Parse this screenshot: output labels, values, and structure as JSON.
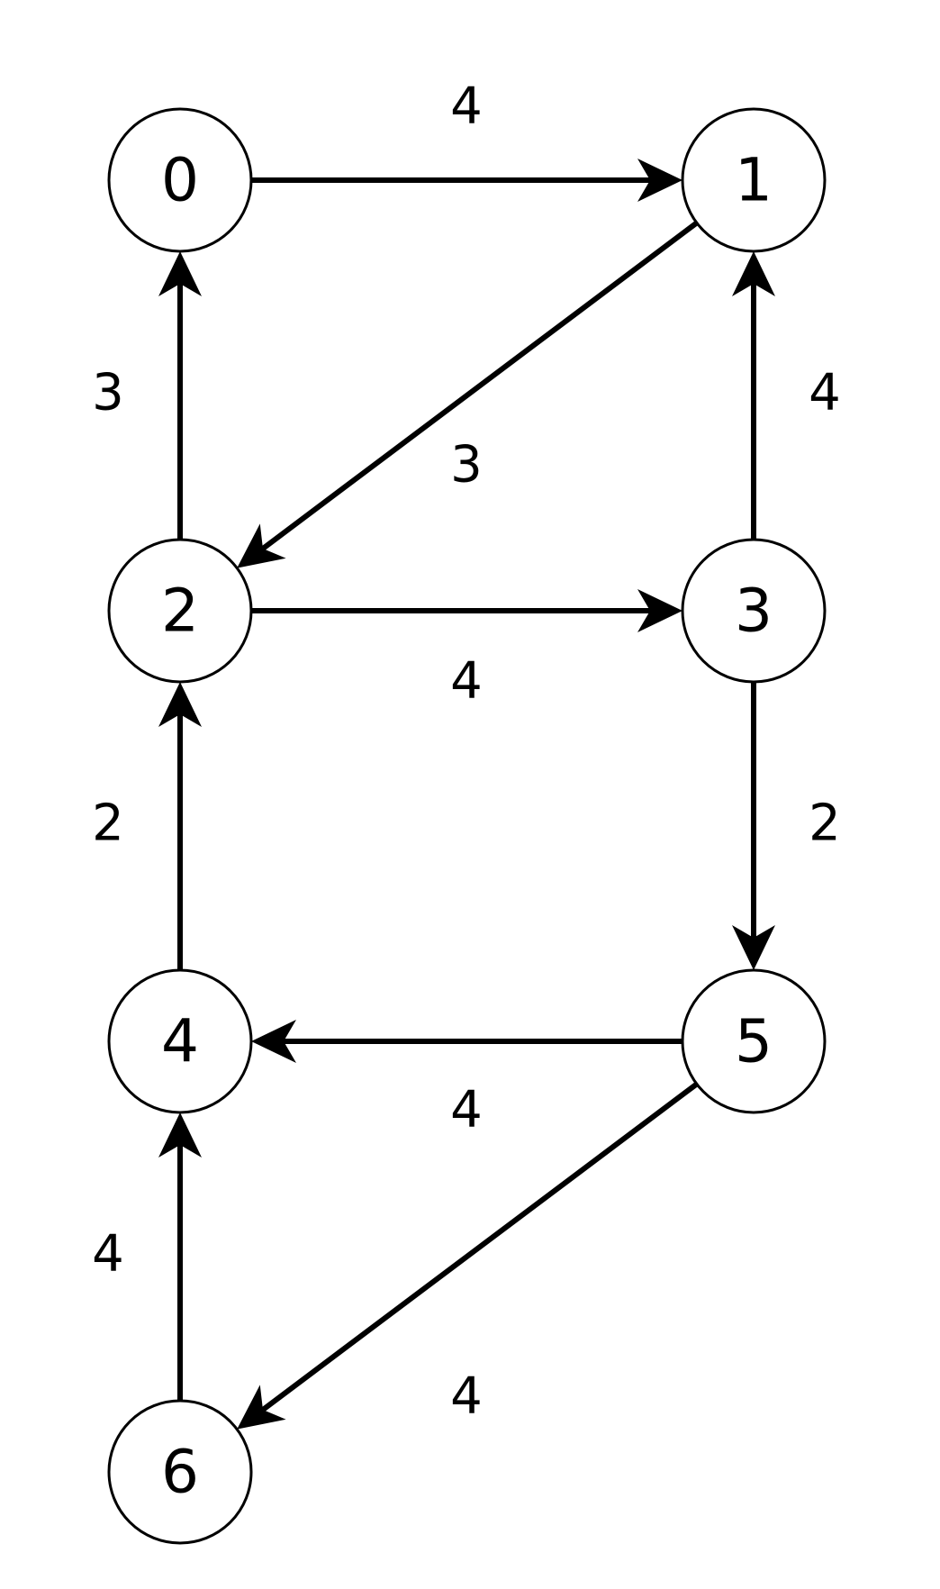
{
  "graph": {
    "directed": true,
    "nodes": [
      {
        "id": "0",
        "label": "0"
      },
      {
        "id": "1",
        "label": "1"
      },
      {
        "id": "2",
        "label": "2"
      },
      {
        "id": "3",
        "label": "3"
      },
      {
        "id": "4",
        "label": "4"
      },
      {
        "id": "5",
        "label": "5"
      },
      {
        "id": "6",
        "label": "6"
      }
    ],
    "edges": [
      {
        "from": "0",
        "to": "1",
        "weight": "4"
      },
      {
        "from": "1",
        "to": "2",
        "weight": "3"
      },
      {
        "from": "2",
        "to": "0",
        "weight": "3"
      },
      {
        "from": "2",
        "to": "3",
        "weight": "4"
      },
      {
        "from": "3",
        "to": "1",
        "weight": "4"
      },
      {
        "from": "3",
        "to": "5",
        "weight": "2"
      },
      {
        "from": "4",
        "to": "2",
        "weight": "2"
      },
      {
        "from": "5",
        "to": "4",
        "weight": "4"
      },
      {
        "from": "5",
        "to": "6",
        "weight": "4"
      },
      {
        "from": "6",
        "to": "4",
        "weight": "4"
      }
    ]
  }
}
